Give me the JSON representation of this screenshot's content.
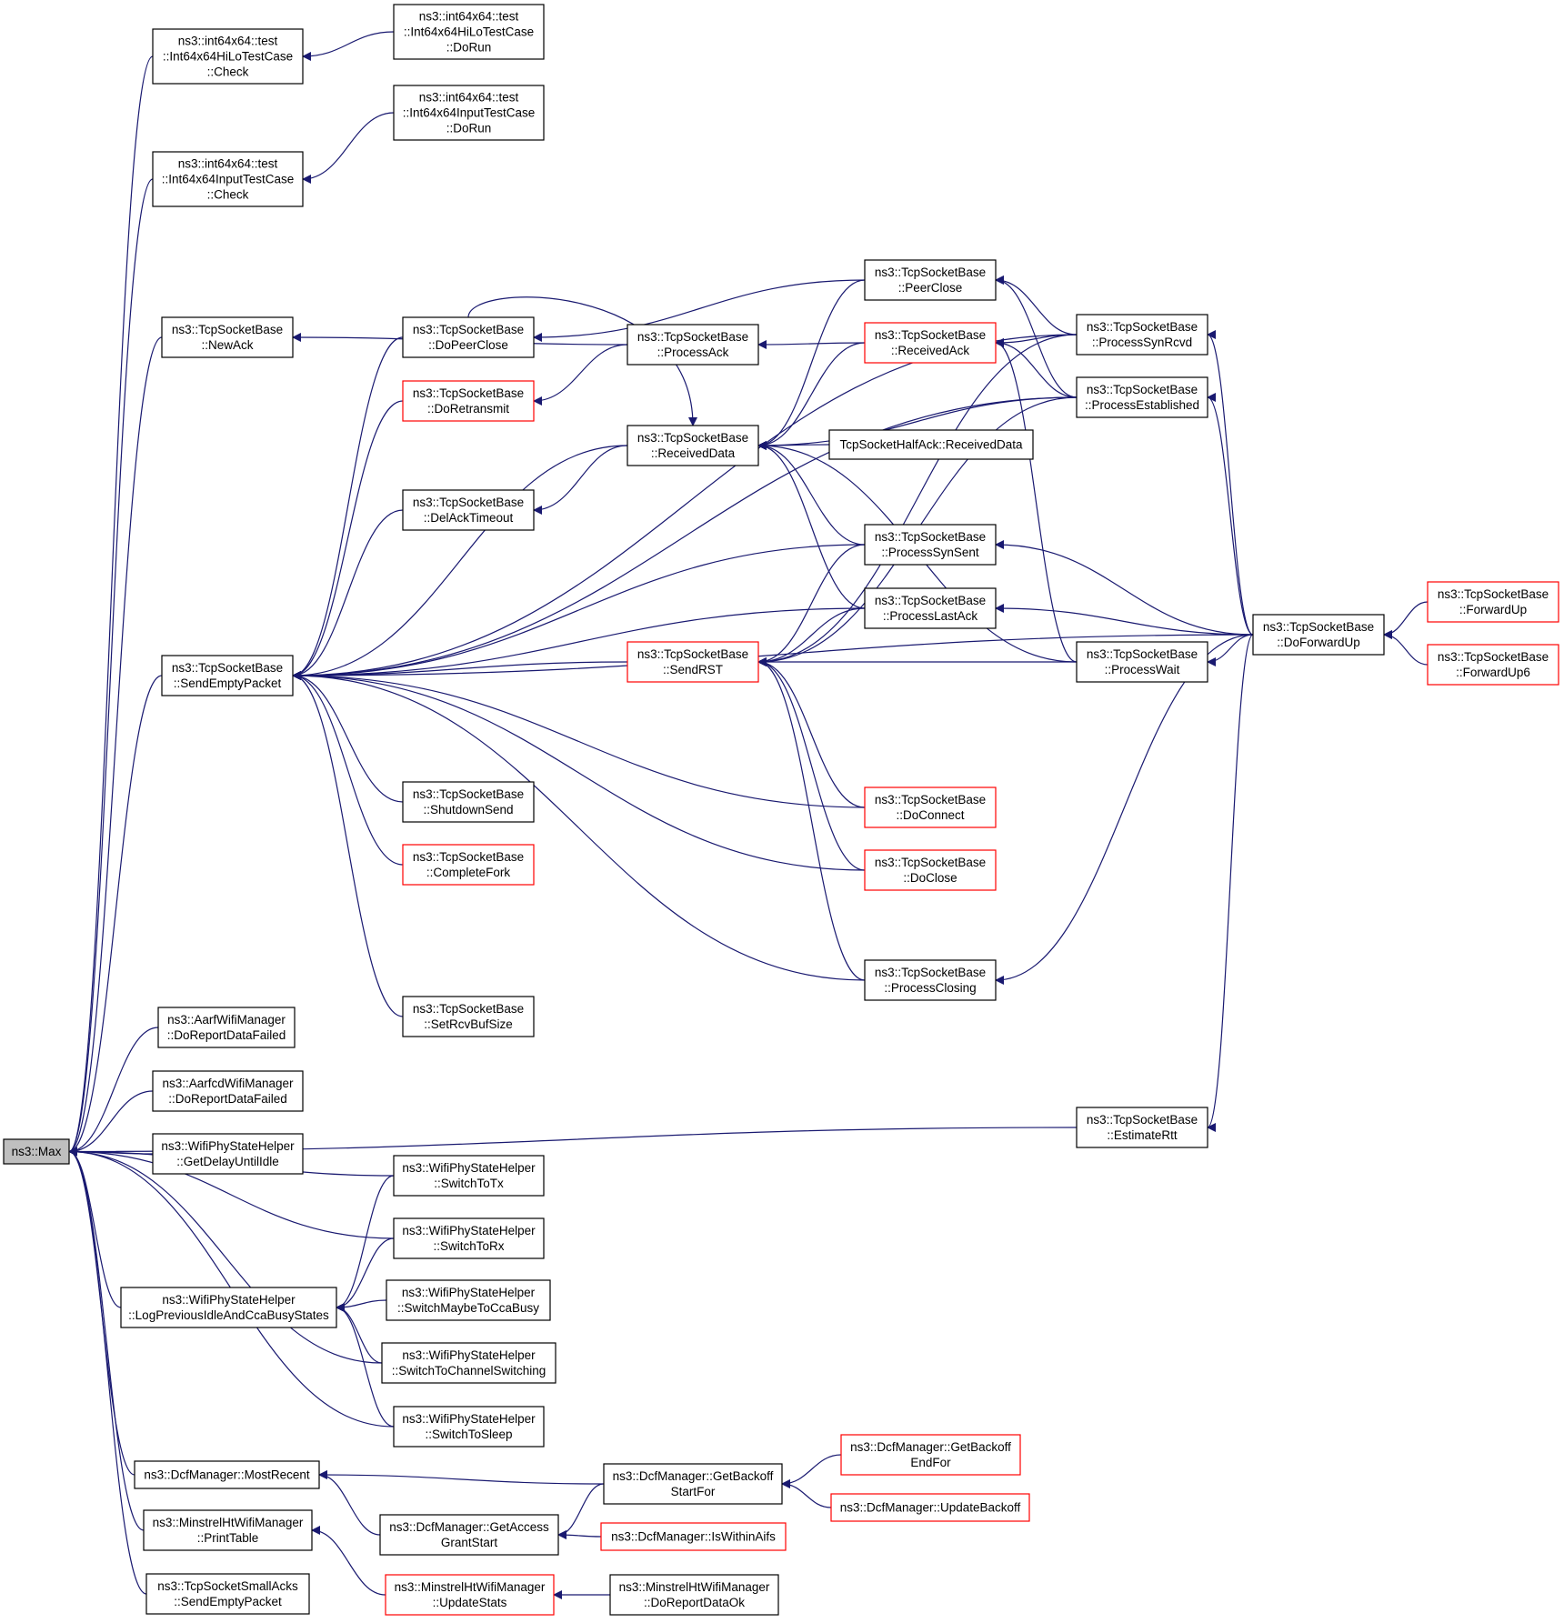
{
  "colors": {
    "edge": "#191970",
    "node_border": "#000000",
    "node_border_highlight": "#ff0000",
    "root_fill": "#bfbfbf",
    "node_fill": "#ffffff"
  },
  "nodes": [
    {
      "id": "max",
      "lines": [
        "ns3::Max"
      ],
      "style": "root"
    },
    {
      "id": "hilo_check",
      "lines": [
        "ns3::int64x64::test",
        "::Int64x64HiLoTestCase",
        "::Check"
      ],
      "style": "normal"
    },
    {
      "id": "hilo_dorun",
      "lines": [
        "ns3::int64x64::test",
        "::Int64x64HiLoTestCase",
        "::DoRun"
      ],
      "style": "normal"
    },
    {
      "id": "input_check",
      "lines": [
        "ns3::int64x64::test",
        "::Int64x64InputTestCase",
        "::Check"
      ],
      "style": "normal"
    },
    {
      "id": "input_dorun",
      "lines": [
        "ns3::int64x64::test",
        "::Int64x64InputTestCase",
        "::DoRun"
      ],
      "style": "normal"
    },
    {
      "id": "newack",
      "lines": [
        "ns3::TcpSocketBase",
        "::NewAck"
      ],
      "style": "normal"
    },
    {
      "id": "dopeerclose",
      "lines": [
        "ns3::TcpSocketBase",
        "::DoPeerClose"
      ],
      "style": "normal"
    },
    {
      "id": "processack",
      "lines": [
        "ns3::TcpSocketBase",
        "::ProcessAck"
      ],
      "style": "normal"
    },
    {
      "id": "peerclose",
      "lines": [
        "ns3::TcpSocketBase",
        "::PeerClose"
      ],
      "style": "normal"
    },
    {
      "id": "receivedack",
      "lines": [
        "ns3::TcpSocketBase",
        "::ReceivedAck"
      ],
      "style": "red"
    },
    {
      "id": "processsynrcvd",
      "lines": [
        "ns3::TcpSocketBase",
        "::ProcessSynRcvd"
      ],
      "style": "normal"
    },
    {
      "id": "processestablished",
      "lines": [
        "ns3::TcpSocketBase",
        "::ProcessEstablished"
      ],
      "style": "normal"
    },
    {
      "id": "doretransmit",
      "lines": [
        "ns3::TcpSocketBase",
        "::DoRetransmit"
      ],
      "style": "red"
    },
    {
      "id": "receiveddata",
      "lines": [
        "ns3::TcpSocketBase",
        "::ReceivedData"
      ],
      "style": "normal"
    },
    {
      "id": "halfack",
      "lines": [
        "TcpSocketHalfAck::ReceivedData"
      ],
      "style": "normal"
    },
    {
      "id": "delacktimeout",
      "lines": [
        "ns3::TcpSocketBase",
        "::DelAckTimeout"
      ],
      "style": "normal"
    },
    {
      "id": "processsynsent",
      "lines": [
        "ns3::TcpSocketBase",
        "::ProcessSynSent"
      ],
      "style": "normal"
    },
    {
      "id": "processlastack",
      "lines": [
        "ns3::TcpSocketBase",
        "::ProcessLastAck"
      ],
      "style": "normal"
    },
    {
      "id": "sendemptypacket",
      "lines": [
        "ns3::TcpSocketBase",
        "::SendEmptyPacket"
      ],
      "style": "normal"
    },
    {
      "id": "sendrst",
      "lines": [
        "ns3::TcpSocketBase",
        "::SendRST"
      ],
      "style": "red"
    },
    {
      "id": "doforwardup",
      "lines": [
        "ns3::TcpSocketBase",
        "::DoForwardUp"
      ],
      "style": "normal"
    },
    {
      "id": "forwardup",
      "lines": [
        "ns3::TcpSocketBase",
        "::ForwardUp"
      ],
      "style": "red"
    },
    {
      "id": "forwardup6",
      "lines": [
        "ns3::TcpSocketBase",
        "::ForwardUp6"
      ],
      "style": "red"
    },
    {
      "id": "processwait",
      "lines": [
        "ns3::TcpSocketBase",
        "::ProcessWait"
      ],
      "style": "normal"
    },
    {
      "id": "shutdownsend",
      "lines": [
        "ns3::TcpSocketBase",
        "::ShutdownSend"
      ],
      "style": "normal"
    },
    {
      "id": "docconnect",
      "lines": [
        "ns3::TcpSocketBase",
        "::DoConnect"
      ],
      "style": "red"
    },
    {
      "id": "completefork",
      "lines": [
        "ns3::TcpSocketBase",
        "::CompleteFork"
      ],
      "style": "red"
    },
    {
      "id": "doclose",
      "lines": [
        "ns3::TcpSocketBase",
        "::DoClose"
      ],
      "style": "red"
    },
    {
      "id": "processclosing",
      "lines": [
        "ns3::TcpSocketBase",
        "::ProcessClosing"
      ],
      "style": "normal"
    },
    {
      "id": "setrcvbufsize",
      "lines": [
        "ns3::TcpSocketBase",
        "::SetRcvBufSize"
      ],
      "style": "normal"
    },
    {
      "id": "aarf",
      "lines": [
        "ns3::AarfWifiManager",
        "::DoReportDataFailed"
      ],
      "style": "normal"
    },
    {
      "id": "aarfcd",
      "lines": [
        "ns3::AarfcdWifiManager",
        "::DoReportDataFailed"
      ],
      "style": "normal"
    },
    {
      "id": "estimatertt",
      "lines": [
        "ns3::TcpSocketBase",
        "::EstimateRtt"
      ],
      "style": "normal"
    },
    {
      "id": "getdelay",
      "lines": [
        "ns3::WifiPhyStateHelper",
        "::GetDelayUntilIdle"
      ],
      "style": "normal"
    },
    {
      "id": "switchtotx",
      "lines": [
        "ns3::WifiPhyStateHelper",
        "::SwitchToTx"
      ],
      "style": "normal"
    },
    {
      "id": "switchtorx",
      "lines": [
        "ns3::WifiPhyStateHelper",
        "::SwitchToRx"
      ],
      "style": "normal"
    },
    {
      "id": "logprev",
      "lines": [
        "ns3::WifiPhyStateHelper",
        "::LogPreviousIdleAndCcaBusyStates"
      ],
      "style": "normal"
    },
    {
      "id": "switchmaybe",
      "lines": [
        "ns3::WifiPhyStateHelper",
        "::SwitchMaybeToCcaBusy"
      ],
      "style": "normal"
    },
    {
      "id": "switchchannel",
      "lines": [
        "ns3::WifiPhyStateHelper",
        "::SwitchToChannelSwitching"
      ],
      "style": "normal"
    },
    {
      "id": "switchsleep",
      "lines": [
        "ns3::WifiPhyStateHelper",
        "::SwitchToSleep"
      ],
      "style": "normal"
    },
    {
      "id": "mostrecent",
      "lines": [
        "ns3::DcfManager::MostRecent"
      ],
      "style": "normal"
    },
    {
      "id": "getbackoffstart",
      "lines": [
        "ns3::DcfManager::GetBackoff",
        "StartFor"
      ],
      "style": "normal"
    },
    {
      "id": "getbackoffend",
      "lines": [
        "ns3::DcfManager::GetBackoff",
        "EndFor"
      ],
      "style": "red"
    },
    {
      "id": "updatebackoff",
      "lines": [
        "ns3::DcfManager::UpdateBackoff"
      ],
      "style": "red"
    },
    {
      "id": "getaccess",
      "lines": [
        "ns3::DcfManager::GetAccess",
        "GrantStart"
      ],
      "style": "normal"
    },
    {
      "id": "iswithinaifs",
      "lines": [
        "ns3::DcfManager::IsWithinAifs"
      ],
      "style": "red"
    },
    {
      "id": "printtable",
      "lines": [
        "ns3::MinstrelHtWifiManager",
        "::PrintTable"
      ],
      "style": "normal"
    },
    {
      "id": "updatestats",
      "lines": [
        "ns3::MinstrelHtWifiManager",
        "::UpdateStats"
      ],
      "style": "red"
    },
    {
      "id": "doreportdataok",
      "lines": [
        "ns3::MinstrelHtWifiManager",
        "::DoReportDataOk"
      ],
      "style": "normal"
    },
    {
      "id": "smallacks",
      "lines": [
        "ns3::TcpSocketSmallAcks",
        "::SendEmptyPacket"
      ],
      "style": "normal"
    }
  ],
  "edges": [
    [
      "hilo_check",
      "max"
    ],
    [
      "input_check",
      "max"
    ],
    [
      "newack",
      "max"
    ],
    [
      "sendemptypacket",
      "max"
    ],
    [
      "aarf",
      "max"
    ],
    [
      "aarfcd",
      "max"
    ],
    [
      "estimatertt",
      "max"
    ],
    [
      "getdelay",
      "max"
    ],
    [
      "switchtotx",
      "max"
    ],
    [
      "switchtorx",
      "max"
    ],
    [
      "logprev",
      "max"
    ],
    [
      "switchchannel",
      "max"
    ],
    [
      "switchsleep",
      "max"
    ],
    [
      "mostrecent",
      "max"
    ],
    [
      "printtable",
      "max"
    ],
    [
      "smallacks",
      "max"
    ],
    [
      "hilo_dorun",
      "hilo_check"
    ],
    [
      "input_dorun",
      "input_check"
    ],
    [
      "processack",
      "newack"
    ],
    [
      "peerclose",
      "dopeerclose"
    ],
    [
      "receivedack",
      "processack"
    ],
    [
      "processsynrcvd",
      "peerclose"
    ],
    [
      "processestablished",
      "peerclose"
    ],
    [
      "processsynrcvd",
      "receivedack"
    ],
    [
      "processestablished",
      "receivedack"
    ],
    [
      "processwait",
      "receivedack"
    ],
    [
      "dopeerclose",
      "receiveddata"
    ],
    [
      "processack",
      "doretransmit"
    ],
    [
      "receiveddata",
      "delacktimeout"
    ],
    [
      "halfack",
      "receiveddata"
    ],
    [
      "processestablished",
      "receiveddata"
    ],
    [
      "peerclose",
      "receiveddata"
    ],
    [
      "receivedack",
      "receiveddata"
    ],
    [
      "processsynsent",
      "receiveddata"
    ],
    [
      "processlastack",
      "receiveddata"
    ],
    [
      "processwait",
      "receiveddata"
    ],
    [
      "dopeerclose",
      "sendemptypacket"
    ],
    [
      "doretransmit",
      "sendemptypacket"
    ],
    [
      "receiveddata",
      "sendemptypacket"
    ],
    [
      "delacktimeout",
      "sendemptypacket"
    ],
    [
      "processsynsent",
      "sendemptypacket"
    ],
    [
      "processlastack",
      "sendemptypacket"
    ],
    [
      "sendrst",
      "sendemptypacket"
    ],
    [
      "shutdownsend",
      "sendemptypacket"
    ],
    [
      "completefork",
      "sendemptypacket"
    ],
    [
      "docconnect",
      "sendemptypacket"
    ],
    [
      "doclose",
      "sendemptypacket"
    ],
    [
      "processclosing",
      "sendemptypacket"
    ],
    [
      "setrcvbufsize",
      "sendemptypacket"
    ],
    [
      "processsynrcvd",
      "sendemptypacket"
    ],
    [
      "processestablished",
      "sendemptypacket"
    ],
    [
      "doforwardup",
      "sendemptypacket"
    ],
    [
      "processsynsent",
      "sendrst"
    ],
    [
      "processlastack",
      "sendrst"
    ],
    [
      "processsynrcvd",
      "sendrst"
    ],
    [
      "processestablished",
      "sendrst"
    ],
    [
      "processwait",
      "sendrst"
    ],
    [
      "docconnect",
      "sendrst"
    ],
    [
      "doclose",
      "sendrst"
    ],
    [
      "processclosing",
      "sendrst"
    ],
    [
      "doforwardup",
      "processsynsent"
    ],
    [
      "doforwardup",
      "processlastack"
    ],
    [
      "doforwardup",
      "processsynrcvd"
    ],
    [
      "doforwardup",
      "processestablished"
    ],
    [
      "doforwardup",
      "processwait"
    ],
    [
      "doforwardup",
      "processclosing"
    ],
    [
      "doforwardup",
      "estimatertt"
    ],
    [
      "forwardup",
      "doforwardup"
    ],
    [
      "forwardup6",
      "doforwardup"
    ],
    [
      "switchtotx",
      "logprev"
    ],
    [
      "switchtorx",
      "logprev"
    ],
    [
      "switchmaybe",
      "logprev"
    ],
    [
      "switchchannel",
      "logprev"
    ],
    [
      "switchsleep",
      "logprev"
    ],
    [
      "getbackoffstart",
      "mostrecent"
    ],
    [
      "getaccess",
      "mostrecent"
    ],
    [
      "getbackoffend",
      "getbackoffstart"
    ],
    [
      "updatebackoff",
      "getbackoffstart"
    ],
    [
      "getbackoffstart",
      "getaccess"
    ],
    [
      "iswithinaifs",
      "getaccess"
    ],
    [
      "updatestats",
      "printtable"
    ],
    [
      "doreportdataok",
      "updatestats"
    ]
  ]
}
